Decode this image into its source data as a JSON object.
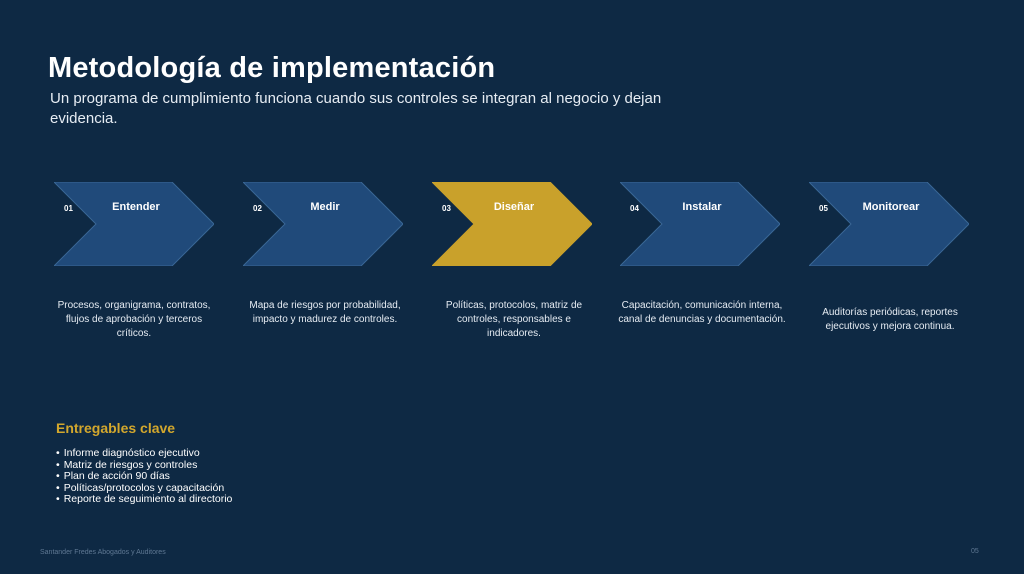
{
  "slide": {
    "title": "Metodología de implementación",
    "subtitle": "Un programa de cumplimiento funciona cuando sus controles se integran al negocio y dejan evidencia."
  },
  "colors": {
    "background": "#0e2944",
    "step_default": "#204a7a",
    "step_highlight": "#c9a12b",
    "accent_text": "#d2a72d"
  },
  "steps": [
    {
      "number": "01",
      "label": "Entender",
      "description": "Procesos, organigrama, contratos, flujos de aprobación y terceros críticos.",
      "highlighted": false
    },
    {
      "number": "02",
      "label": "Medir",
      "description": "Mapa de riesgos por probabilidad, impacto y madurez de controles.",
      "highlighted": false
    },
    {
      "number": "03",
      "label": "Diseñar",
      "description": "Políticas, protocolos, matriz de controles, responsables e indicadores.",
      "highlighted": true
    },
    {
      "number": "04",
      "label": "Instalar",
      "description": "Capacitación, comunicación interna, canal de denuncias y documentación.",
      "highlighted": false
    },
    {
      "number": "05",
      "label": "Monitorear",
      "description": "Auditorías periódicas, reportes ejecutivos y mejora continua.",
      "highlighted": false
    }
  ],
  "deliverables": {
    "title": "Entregables clave",
    "items": [
      "Informe diagnóstico ejecutivo",
      "Matriz de riesgos y controles",
      "Plan de acción 90 días",
      "Políticas/protocolos y capacitación",
      "Reporte de seguimiento al directorio"
    ]
  },
  "footer": {
    "company": "Santander Fredes Abogados y Auditores",
    "page_number": "05"
  }
}
